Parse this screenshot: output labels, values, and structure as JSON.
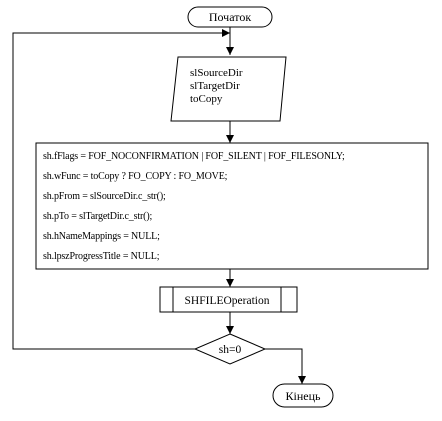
{
  "start": {
    "label": "Початок"
  },
  "input": {
    "lines": [
      "slSourceDir",
      "slTargetDir",
      "toCopy"
    ]
  },
  "process": {
    "lines": [
      "sh.fFlags = FOF_NOCONFIRMATION | FOF_SILENT | FOF_FILESONLY;",
      "sh.wFunc = toCopy ? FO_COPY : FO_MOVE;",
      "sh.pFrom = slSourceDir.c_str();",
      "sh.pTo = slTargetDir.c_str();",
      "sh.hNameMappings = NULL;",
      "sh.lpszProgressTitle = NULL;"
    ]
  },
  "call": {
    "label": "SHFILEOperation"
  },
  "decision": {
    "label": "sh=0"
  },
  "end": {
    "label": "Кінець"
  }
}
